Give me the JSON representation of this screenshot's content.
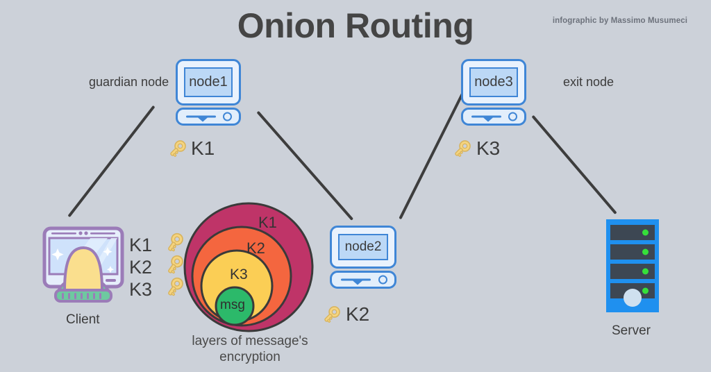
{
  "header": {
    "title": "Onion Routing",
    "credit": "infographic by Massimo Musumeci"
  },
  "colors": {
    "background": "#ccd1d9",
    "title": "#454545",
    "line": "#3d3d3d",
    "node_border": "#3f86d6",
    "node_body": "#e9f2fd",
    "node_screen": "#bcd8f6",
    "layer_k1": "#bf3468",
    "layer_k2": "#f4663f",
    "layer_k3": "#fbce55",
    "layer_msg": "#2cb96a",
    "key": "#f5d47f",
    "server_blue": "#1f90ef",
    "server_bar": "#3d4753",
    "server_led": "#35e03a",
    "client_purple": "#9b7cb8",
    "client_hair": "#fadf8e",
    "client_shirt": "#6ec9a0"
  },
  "nodes": [
    {
      "id": "node1",
      "screen_label": "node1",
      "side_label": "guardian node",
      "key_label": "K1",
      "key_icon": "key-icon"
    },
    {
      "id": "node2",
      "screen_label": "node2",
      "side_label": "",
      "key_label": "K2",
      "key_icon": "key-icon"
    },
    {
      "id": "node3",
      "screen_label": "node3",
      "side_label": "exit node",
      "key_label": "K3",
      "key_icon": "key-icon"
    }
  ],
  "client": {
    "label": "Client",
    "keys": [
      {
        "label": "K1",
        "icon": "key-icon"
      },
      {
        "label": "K2",
        "icon": "key-icon"
      },
      {
        "label": "K3",
        "icon": "key-icon"
      }
    ]
  },
  "server": {
    "label": "Server",
    "bays": 4,
    "led_icon": "status-led-icon",
    "power_icon": "power-knob-icon"
  },
  "onion": {
    "caption_line1": "layers of message's",
    "caption_line2": "encryption",
    "layers": [
      {
        "label": "K1",
        "color": "#bf3468"
      },
      {
        "label": "K2",
        "color": "#f4663f"
      },
      {
        "label": "K3",
        "color": "#fbce55"
      },
      {
        "label": "msg",
        "color": "#2cb96a"
      }
    ]
  }
}
